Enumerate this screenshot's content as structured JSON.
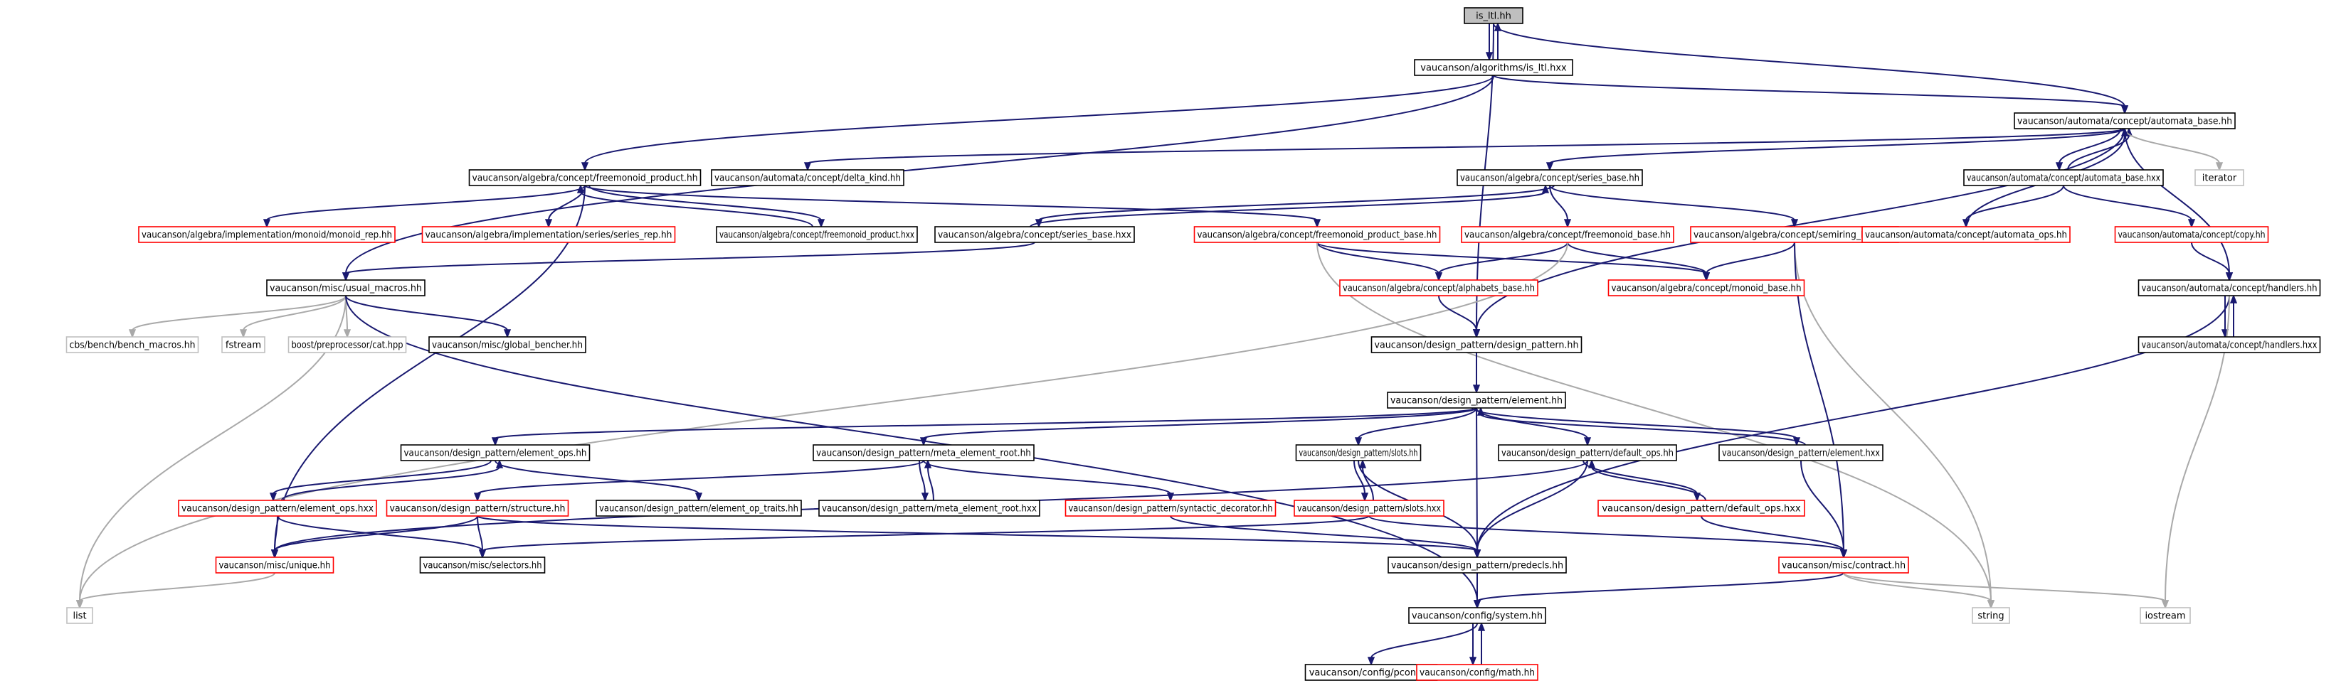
{
  "title": "is_ltl.hh",
  "colors": {
    "background": "#ffffff",
    "focus_fill": "#bfbfbf",
    "documented_border": "#000000",
    "undocumented_border": "#ff0000",
    "external_border": "#bfbfbf",
    "edge_internal": "#191970",
    "edge_external": "#a9a9a9"
  },
  "nodes": [
    {
      "id": "n0",
      "label": "is_ltl.hh",
      "kind": "focus"
    },
    {
      "id": "n1",
      "label": "vaucanson/algorithms/is_ltl.hxx",
      "kind": "doc"
    },
    {
      "id": "n2",
      "label": "vaucanson/automata/concept/automata_base.hh",
      "kind": "doc"
    },
    {
      "id": "n3",
      "label": "vaucanson/algebra/concept/freemonoid_product.hh",
      "kind": "doc"
    },
    {
      "id": "n4",
      "label": "vaucanson/automata/concept/delta_kind.hh",
      "kind": "doc"
    },
    {
      "id": "n5",
      "label": "vaucanson/algebra/concept/series_base.hh",
      "kind": "doc"
    },
    {
      "id": "n6",
      "label": "vaucanson/automata/concept/automata_base.hxx",
      "kind": "doc"
    },
    {
      "id": "n7",
      "label": "iterator",
      "kind": "ext"
    },
    {
      "id": "n8",
      "label": "vaucanson/algebra/implementation/monoid/monoid_rep.hh",
      "kind": "undoc"
    },
    {
      "id": "n9",
      "label": "vaucanson/algebra/implementation/series/series_rep.hh",
      "kind": "undoc"
    },
    {
      "id": "n10",
      "label": "vaucanson/algebra/concept/freemonoid_product.hxx",
      "kind": "doc"
    },
    {
      "id": "n11",
      "label": "vaucanson/algebra/concept/series_base.hxx",
      "kind": "doc"
    },
    {
      "id": "n12",
      "label": "vaucanson/algebra/concept/freemonoid_product_base.hh",
      "kind": "undoc"
    },
    {
      "id": "n13",
      "label": "vaucanson/algebra/concept/freemonoid_base.hh",
      "kind": "undoc"
    },
    {
      "id": "n14",
      "label": "vaucanson/algebra/concept/semiring_base.hh",
      "kind": "undoc"
    },
    {
      "id": "n15",
      "label": "vaucanson/automata/concept/automata_ops.hh",
      "kind": "undoc"
    },
    {
      "id": "n16",
      "label": "vaucanson/automata/concept/copy.hh",
      "kind": "undoc"
    },
    {
      "id": "n17",
      "label": "vaucanson/misc/usual_macros.hh",
      "kind": "doc"
    },
    {
      "id": "n18",
      "label": "vaucanson/algebra/concept/alphabets_base.hh",
      "kind": "undoc"
    },
    {
      "id": "n19",
      "label": "vaucanson/algebra/concept/monoid_base.hh",
      "kind": "undoc"
    },
    {
      "id": "n20",
      "label": "vaucanson/automata/concept/handlers.hh",
      "kind": "doc"
    },
    {
      "id": "n21",
      "label": "cbs/bench/bench_macros.hh",
      "kind": "ext"
    },
    {
      "id": "n22",
      "label": "fstream",
      "kind": "ext"
    },
    {
      "id": "n23",
      "label": "boost/preprocessor/cat.hpp",
      "kind": "ext"
    },
    {
      "id": "n24",
      "label": "vaucanson/misc/global_bencher.hh",
      "kind": "doc"
    },
    {
      "id": "n25",
      "label": "vaucanson/design_pattern/design_pattern.hh",
      "kind": "doc"
    },
    {
      "id": "n26",
      "label": "vaucanson/automata/concept/handlers.hxx",
      "kind": "doc"
    },
    {
      "id": "n27",
      "label": "vaucanson/design_pattern/element.hh",
      "kind": "doc"
    },
    {
      "id": "n28",
      "label": "vaucanson/design_pattern/element_ops.hh",
      "kind": "doc"
    },
    {
      "id": "n29",
      "label": "vaucanson/design_pattern/meta_element_root.hh",
      "kind": "doc"
    },
    {
      "id": "n30",
      "label": "vaucanson/design_pattern/slots.hh",
      "kind": "doc"
    },
    {
      "id": "n31",
      "label": "vaucanson/design_pattern/default_ops.hh",
      "kind": "doc"
    },
    {
      "id": "n32",
      "label": "vaucanson/design_pattern/element.hxx",
      "kind": "doc"
    },
    {
      "id": "n33",
      "label": "vaucanson/design_pattern/element_ops.hxx",
      "kind": "undoc"
    },
    {
      "id": "n34",
      "label": "vaucanson/design_pattern/element_op_traits.hh",
      "kind": "doc"
    },
    {
      "id": "n35",
      "label": "vaucanson/design_pattern/structure.hh",
      "kind": "undoc"
    },
    {
      "id": "n36",
      "label": "vaucanson/design_pattern/meta_element_root.hxx",
      "kind": "doc"
    },
    {
      "id": "n37",
      "label": "vaucanson/design_pattern/syntactic_decorator.hh",
      "kind": "undoc"
    },
    {
      "id": "n38",
      "label": "vaucanson/design_pattern/slots.hxx",
      "kind": "undoc"
    },
    {
      "id": "n39",
      "label": "vaucanson/design_pattern/default_ops.hxx",
      "kind": "undoc"
    },
    {
      "id": "n40",
      "label": "vaucanson/misc/unique.hh",
      "kind": "undoc"
    },
    {
      "id": "n41",
      "label": "vaucanson/misc/selectors.hh",
      "kind": "doc"
    },
    {
      "id": "n42",
      "label": "vaucanson/design_pattern/predecls.hh",
      "kind": "doc"
    },
    {
      "id": "n43",
      "label": "vaucanson/misc/contract.hh",
      "kind": "undoc"
    },
    {
      "id": "n44",
      "label": "list",
      "kind": "ext"
    },
    {
      "id": "n45",
      "label": "vaucanson/config/system.hh",
      "kind": "doc"
    },
    {
      "id": "n46",
      "label": "string",
      "kind": "ext"
    },
    {
      "id": "n47",
      "label": "iostream",
      "kind": "ext"
    },
    {
      "id": "n48",
      "label": "vaucanson/config/pconf.hh",
      "kind": "doc"
    },
    {
      "id": "n49",
      "label": "vaucanson/config/math.hh",
      "kind": "undoc"
    }
  ],
  "edges": [
    [
      "n0",
      "n1"
    ],
    [
      "n1",
      "n0"
    ],
    [
      "n0",
      "n2"
    ],
    [
      "n0",
      "n25"
    ],
    [
      "n1",
      "n3"
    ],
    [
      "n1",
      "n2"
    ],
    [
      "n1",
      "n17"
    ],
    [
      "n2",
      "n4"
    ],
    [
      "n2",
      "n5"
    ],
    [
      "n2",
      "n6"
    ],
    [
      "n6",
      "n2"
    ],
    [
      "n2",
      "n7"
    ],
    [
      "n2",
      "n20"
    ],
    [
      "n2",
      "n25"
    ],
    [
      "n3",
      "n8"
    ],
    [
      "n3",
      "n9"
    ],
    [
      "n3",
      "n10"
    ],
    [
      "n10",
      "n3"
    ],
    [
      "n3",
      "n12"
    ],
    [
      "n3",
      "n40"
    ],
    [
      "n5",
      "n11"
    ],
    [
      "n11",
      "n5"
    ],
    [
      "n5",
      "n13"
    ],
    [
      "n5",
      "n14"
    ],
    [
      "n6",
      "n15"
    ],
    [
      "n6",
      "n16"
    ],
    [
      "n15",
      "n2"
    ],
    [
      "n16",
      "n20"
    ],
    [
      "n11",
      "n17"
    ],
    [
      "n12",
      "n18"
    ],
    [
      "n12",
      "n19"
    ],
    [
      "n12",
      "n46"
    ],
    [
      "n13",
      "n18"
    ],
    [
      "n13",
      "n19"
    ],
    [
      "n13",
      "n44"
    ],
    [
      "n14",
      "n19"
    ],
    [
      "n14",
      "n46"
    ],
    [
      "n14",
      "n43"
    ],
    [
      "n17",
      "n21"
    ],
    [
      "n17",
      "n22"
    ],
    [
      "n17",
      "n23"
    ],
    [
      "n17",
      "n24"
    ],
    [
      "n17",
      "n44"
    ],
    [
      "n17",
      "n45"
    ],
    [
      "n18",
      "n25"
    ],
    [
      "n20",
      "n26"
    ],
    [
      "n26",
      "n20"
    ],
    [
      "n20",
      "n42"
    ],
    [
      "n20",
      "n47"
    ],
    [
      "n25",
      "n27"
    ],
    [
      "n27",
      "n28"
    ],
    [
      "n27",
      "n29"
    ],
    [
      "n27",
      "n30"
    ],
    [
      "n27",
      "n31"
    ],
    [
      "n27",
      "n32"
    ],
    [
      "n32",
      "n27"
    ],
    [
      "n27",
      "n42"
    ],
    [
      "n28",
      "n33"
    ],
    [
      "n33",
      "n28"
    ],
    [
      "n28",
      "n34"
    ],
    [
      "n29",
      "n35"
    ],
    [
      "n29",
      "n36"
    ],
    [
      "n36",
      "n29"
    ],
    [
      "n29",
      "n37"
    ],
    [
      "n30",
      "n38"
    ],
    [
      "n38",
      "n30"
    ],
    [
      "n30",
      "n42"
    ],
    [
      "n31",
      "n39"
    ],
    [
      "n39",
      "n31"
    ],
    [
      "n31",
      "n42"
    ],
    [
      "n31",
      "n40"
    ],
    [
      "n32",
      "n43"
    ],
    [
      "n33",
      "n40"
    ],
    [
      "n33",
      "n41"
    ],
    [
      "n35",
      "n40"
    ],
    [
      "n35",
      "n41"
    ],
    [
      "n35",
      "n42"
    ],
    [
      "n37",
      "n42"
    ],
    [
      "n38",
      "n43"
    ],
    [
      "n38",
      "n41"
    ],
    [
      "n39",
      "n43"
    ],
    [
      "n40",
      "n44"
    ],
    [
      "n42",
      "n45"
    ],
    [
      "n43",
      "n45"
    ],
    [
      "n43",
      "n46"
    ],
    [
      "n43",
      "n47"
    ],
    [
      "n45",
      "n48"
    ],
    [
      "n45",
      "n49"
    ],
    [
      "n49",
      "n45"
    ]
  ]
}
